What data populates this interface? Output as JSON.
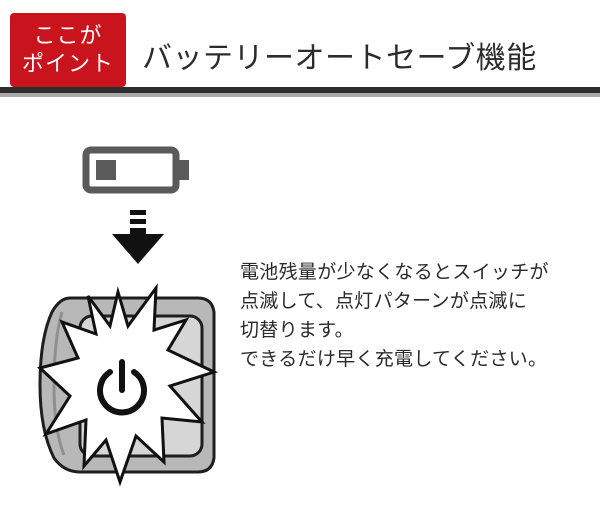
{
  "header": {
    "badge_line1": "ここが",
    "badge_line2": "ポイント",
    "title": "バッテリーオートセーブ機能"
  },
  "description": {
    "lines": [
      "電池残量が少なくなるとスイッチが",
      "点滅して、点灯パターンが点滅に",
      "切替ります。",
      "できるだけ早く充電してください。"
    ]
  },
  "colors": {
    "accent": "#c9141e",
    "rule": "#2e2e2e",
    "icon_gray": "#5a5a5a",
    "device_gray": "#b8b8b8"
  },
  "icons": {
    "battery": "battery-low-icon",
    "arrow": "arrow-down-icon",
    "power": "power-icon",
    "flash": "flash-burst-icon"
  }
}
